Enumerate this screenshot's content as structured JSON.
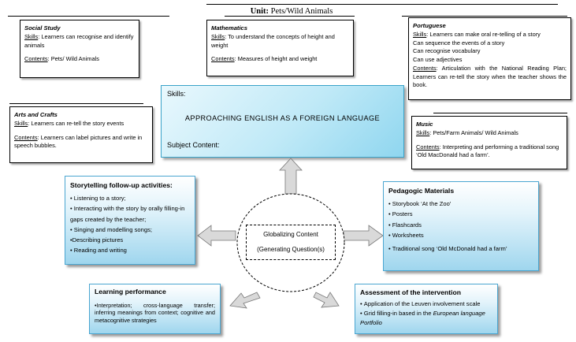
{
  "unit": {
    "label": "Unit",
    "topic": "Pets/Wild Animals"
  },
  "subjects": {
    "social": {
      "title": "Social Study",
      "skills_label": "Skills",
      "skills": "Learners can recognise and identify animals",
      "contents_label": "Contents",
      "contents": "Pets/ Wild Animals"
    },
    "math": {
      "title": "Mathematics",
      "skills_label": "Skills",
      "skills": "To understand the concepts of height and weight",
      "contents_label": "Contents",
      "contents": "Measures of height and weight"
    },
    "portuguese": {
      "title": "Portuguese",
      "skills_label": "Skills",
      "skills": "Learners can make oral re-telling of a story",
      "lines": [
        "Can sequence the events of a story",
        "Can recognise vocabulary",
        "Can use adjectives"
      ],
      "contents_label": "Contents",
      "contents": "Articulation with the National Reading Plan; Learners can re-tell the story when the teacher shows the book."
    },
    "arts": {
      "title": "Arts and Crafts",
      "skills_label": "Skills",
      "skills": "Learners can re-tell the story events",
      "contents_label": "Contents",
      "contents": "Learners can label pictures and write in speech bubbles."
    },
    "music": {
      "title": "Music",
      "skills_label": "Skills",
      "skills": "Pets/Farm Animals/ Wild Animals",
      "contents_label": "Contents",
      "contents": "Interpreting and performing a traditional song ‘Old MacDonald had a farm’."
    }
  },
  "center": {
    "skills_label": "Skills:",
    "title": "APPROACHING ENGLISH AS A FOREIGN LANGUAGE",
    "subject_content_label": "Subject Content:"
  },
  "globalizing": {
    "line1": "Globalizing Content",
    "line2": "(Generating Question(s)"
  },
  "storytelling": {
    "title": "Storytelling follow-up activities",
    "title_suffix": ":",
    "items": [
      "Listening to a story;",
      "Interacting with the story by orally filling-in gaps created by the teacher;",
      "Singing and modelling songs;",
      "•Describing pictures",
      "Reading and writing"
    ]
  },
  "pedagogic": {
    "title": "Pedagogic Materials",
    "items": [
      "Storybook ‘At the Zoo’",
      "Posters",
      "Flashcards",
      "Worksheets",
      "Traditional song ‘Old McDonald had a farm’"
    ]
  },
  "learning": {
    "title": "Learning performance",
    "text": "•Interpretation; cross-language transfer; inferring meanings from context; cognitive and metacognitive strategies"
  },
  "assessment": {
    "title": "Assessment of the intervention",
    "items": [
      "Application of the Leuven involvement scale"
    ],
    "grid_prefix": "Grid filling-in based in the ",
    "grid_italic": "European language Portfolio"
  },
  "colors": {
    "cyan_border": "#3aa3c9",
    "blue_border": "#4aa6d1",
    "arrow_fill": "#d9d9d9"
  }
}
